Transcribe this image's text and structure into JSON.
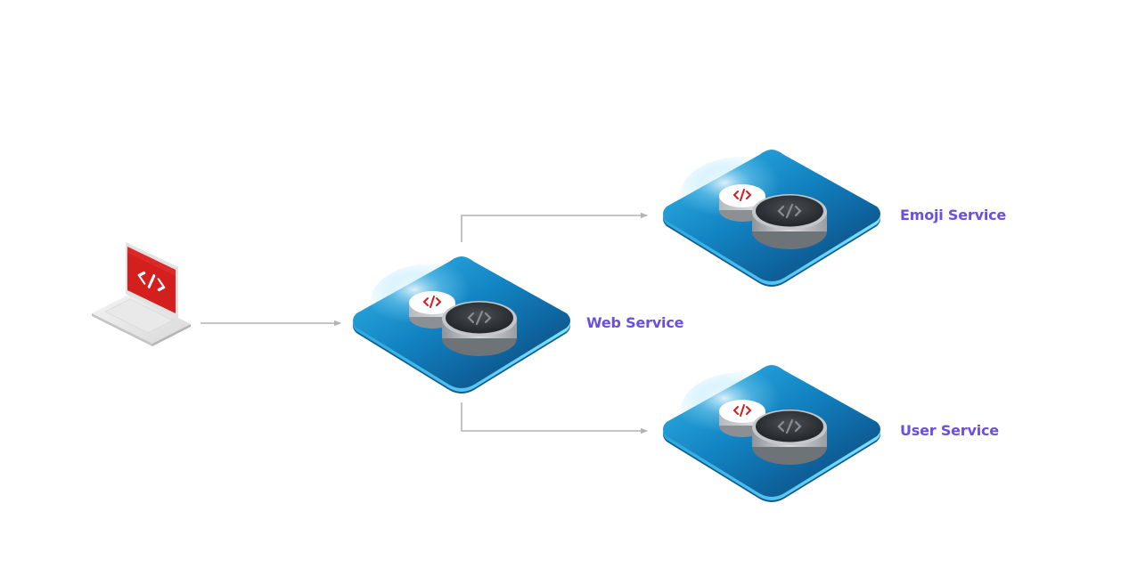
{
  "colors": {
    "label": "#6a4fe0",
    "platform_blue": "#1a8fc8",
    "platform_dark": "#0b4f86",
    "platform_edge": "#4fd0f5",
    "arrow": "#b3b3b3",
    "laptop_screen": "#d41f1f"
  },
  "nodes": [
    {
      "id": "client",
      "icon": "laptop-icon"
    },
    {
      "id": "web",
      "label": "Web Service",
      "icon": "service-platform-icon"
    },
    {
      "id": "emoji",
      "label": "Emoji Service",
      "icon": "service-platform-icon"
    },
    {
      "id": "user",
      "label": "User Service",
      "icon": "service-platform-icon"
    }
  ],
  "edges": [
    {
      "from": "client",
      "to": "web"
    },
    {
      "from": "web",
      "to": "emoji"
    },
    {
      "from": "web",
      "to": "user"
    }
  ],
  "labels": {
    "web": "Web Service",
    "emoji": "Emoji Service",
    "user": "User Service"
  }
}
